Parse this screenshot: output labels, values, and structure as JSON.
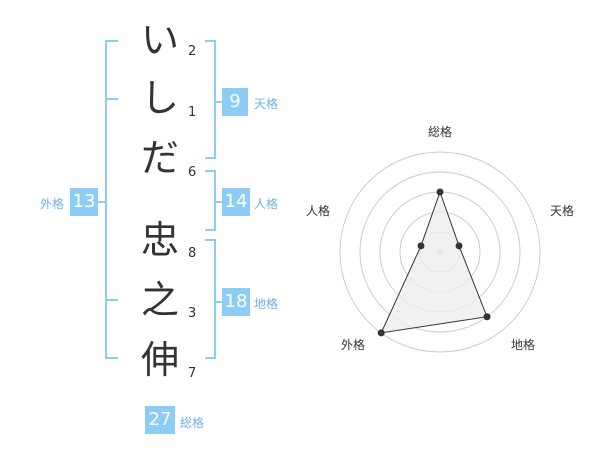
{
  "name_chars": [
    {
      "char": "い",
      "strokes": "2"
    },
    {
      "char": "し",
      "strokes": "1"
    },
    {
      "char": "だ",
      "strokes": "6"
    },
    {
      "char": "忠",
      "strokes": "8"
    },
    {
      "char": "之",
      "strokes": "3"
    },
    {
      "char": "伸",
      "strokes": "7"
    }
  ],
  "fortunes": {
    "tenkaku": {
      "label": "天格",
      "value": "9"
    },
    "jinkaku": {
      "label": "人格",
      "value": "14"
    },
    "chikaku": {
      "label": "地格",
      "value": "18"
    },
    "gaikaku": {
      "label": "外格",
      "value": "13"
    },
    "soukaku": {
      "label": "総格",
      "value": "27"
    }
  },
  "radar": {
    "labels": {
      "top": "総格",
      "right": "天格",
      "bottom_right": "地格",
      "bottom_left": "外格",
      "left": "人格"
    },
    "levels": 5,
    "values": {
      "soukaku": 3,
      "tenkaku": 1,
      "chikaku": 4,
      "gaikaku": 5,
      "jinkaku": 1
    },
    "colors": {
      "grid": "#cccccc",
      "fill": "#eeeeee",
      "line": "#333333",
      "point": "#333333"
    }
  }
}
